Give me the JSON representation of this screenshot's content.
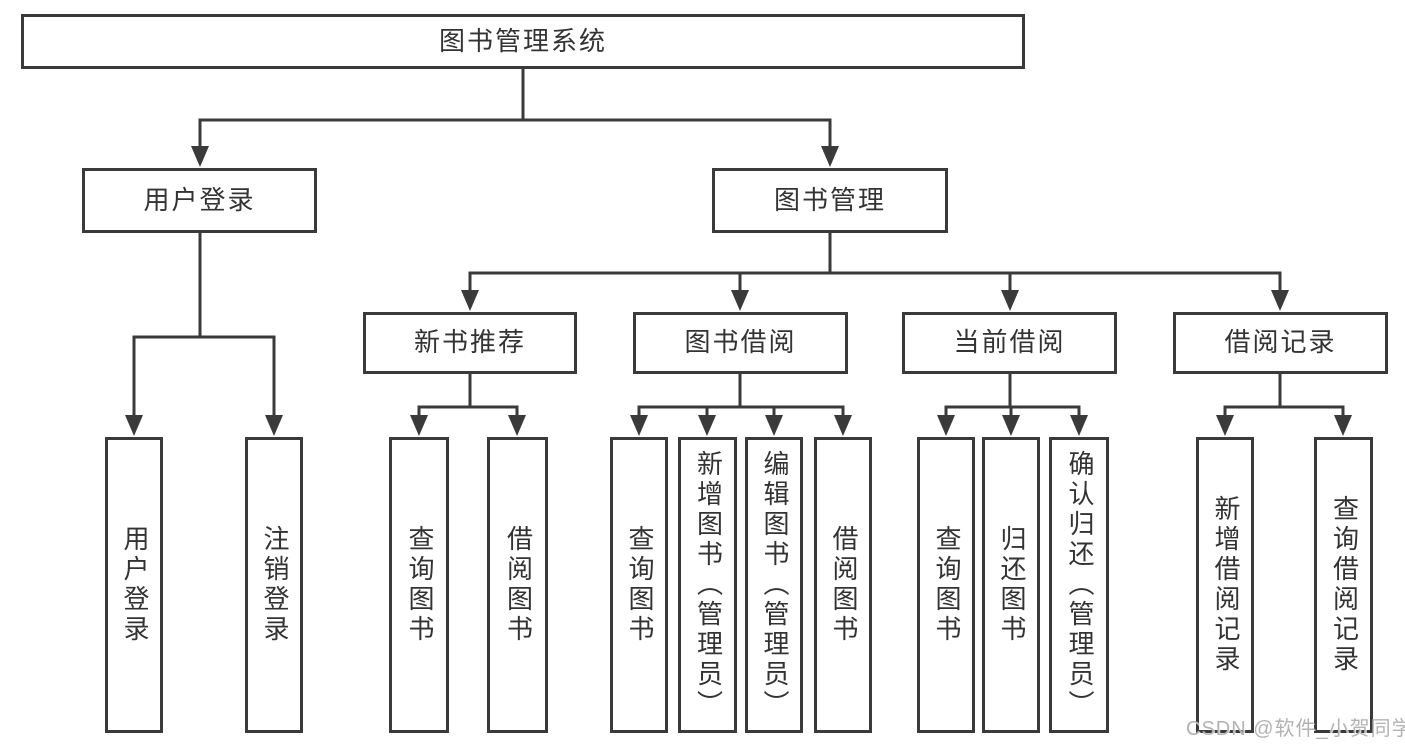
{
  "tree": {
    "label": "图书管理系统",
    "children": [
      {
        "label": "用户登录",
        "children": [
          {
            "label": "用户登录"
          },
          {
            "label": "注销登录"
          }
        ]
      },
      {
        "label": "图书管理",
        "children": [
          {
            "label": "新书推荐",
            "children": [
              {
                "label": "查询图书"
              },
              {
                "label": "借阅图书"
              }
            ]
          },
          {
            "label": "图书借阅",
            "children": [
              {
                "label": "查询图书"
              },
              {
                "label": "新增图书（管理员）"
              },
              {
                "label": "编辑图书（管理员）"
              },
              {
                "label": "借阅图书"
              }
            ]
          },
          {
            "label": "当前借阅",
            "children": [
              {
                "label": "查询图书"
              },
              {
                "label": "归还图书"
              },
              {
                "label": "确认归还（管理员）"
              }
            ]
          },
          {
            "label": "借阅记录",
            "children": [
              {
                "label": "新增借阅记录"
              },
              {
                "label": "查询借阅记录"
              }
            ]
          }
        ]
      }
    ]
  },
  "watermark": {
    "text": "CSDN @软件_小贺同学"
  },
  "colors": {
    "line": "#3a3a3a",
    "text": "#333333",
    "node_background": "#ffffff",
    "page_background": "#ffffff",
    "watermark": "#b3b3b3"
  }
}
